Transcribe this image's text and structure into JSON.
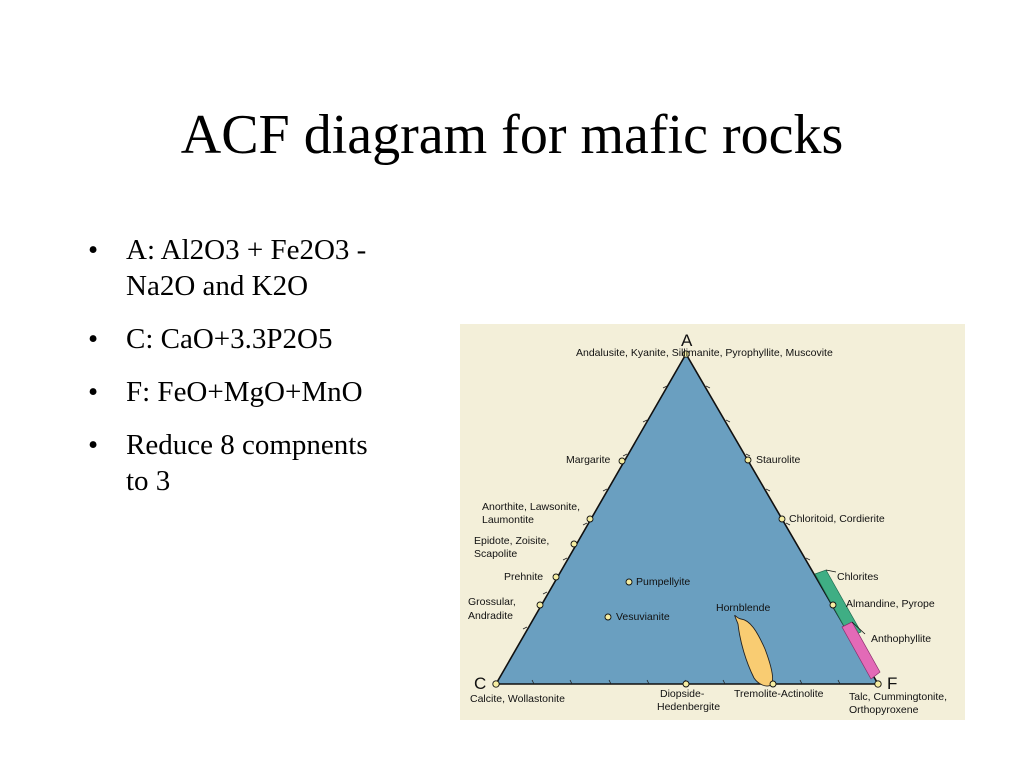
{
  "slide": {
    "title": "ACF diagram for mafic rocks",
    "bullets": [
      {
        "lines": [
          "A: Al2O3 + Fe2O3 -",
          "Na2O and K2O"
        ]
      },
      {
        "lines": [
          "C: CaO+3.3P2O5"
        ]
      },
      {
        "lines": [
          "F: FeO+MgO+MnO"
        ]
      },
      {
        "lines": [
          "Reduce 8 compnents",
          "to 3"
        ]
      }
    ],
    "bullet_char": "•"
  },
  "diagram": {
    "colors": {
      "background": "#f3efd9",
      "triangle_fill": "#6a9fc0",
      "outline": "#111111",
      "point_fill": "#f6eea2",
      "hornblende_fill": "#f9cc72",
      "chlorites_band": "#3fae84",
      "anthophyllite_band": "#e36ab7"
    },
    "vertices": {
      "a": "A",
      "c": "C",
      "f": "F"
    },
    "labels": {
      "a_top": "Andalusite, Kyanite, Sillimanite, Pyrophyllite, Muscovite",
      "margarite": "Margarite",
      "staurolite": "Staurolite",
      "anorthite": [
        "Anorthite, Lawsonite,",
        "Laumontite"
      ],
      "chloritoid": "Chloritoid, Cordierite",
      "epidote": [
        "Epidote, Zoisite,",
        "Scapolite"
      ],
      "prehnite": "Prehnite",
      "pumpellyite": "Pumpellyite",
      "chlorites": "Chlorites",
      "grossular": [
        "Grossular,",
        "Andradite"
      ],
      "vesuvianite": "Vesuvianite",
      "hornblende": "Hornblende",
      "almandine": "Almandine, Pyrope",
      "anthophyllite": "Anthophyllite",
      "calcite": "Calcite, Wollastonite",
      "diopside": [
        "Diopside-",
        "Hedenbergite"
      ],
      "tremolite": "Tremolite-Actinolite",
      "talc": [
        "Talc, Cummingtonite,",
        "Orthopyroxene"
      ]
    }
  }
}
